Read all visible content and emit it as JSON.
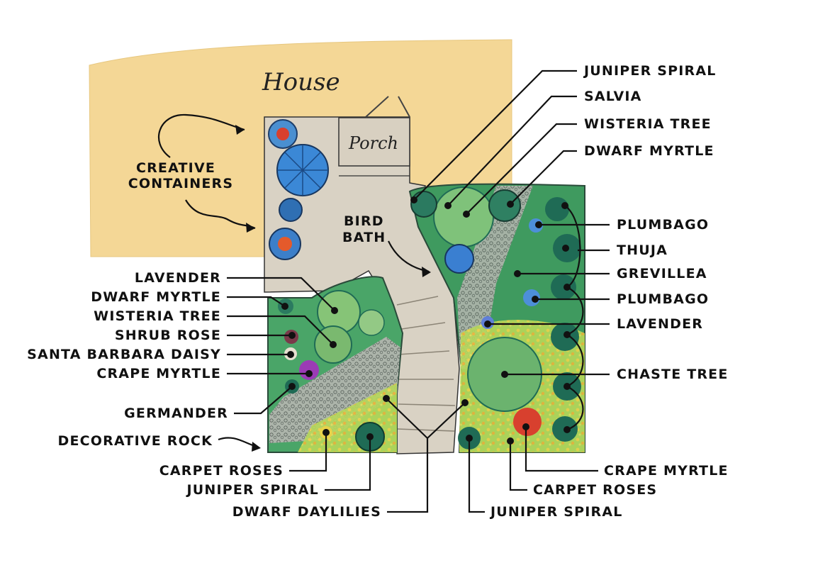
{
  "title": "",
  "colors": {
    "house": "#f4d796",
    "paving": "#d9d2c4",
    "lawn": "#3f9a5f",
    "foliage_dark": "#1f6b55",
    "foliage_light": "#7fc27a",
    "rock": "#9c9c98",
    "flowers_yellow": "#f2d64a",
    "flowers_red": "#d8402e",
    "flowers_purple": "#9b3bb5",
    "flowers_blue": "#4d8fd9",
    "ink": "#111111"
  },
  "areas": {
    "house": "House",
    "porch": "Porch",
    "containers": [
      "CREATIVE",
      "CONTAINERS"
    ],
    "bird_bath": [
      "BIRD",
      "BATH"
    ]
  },
  "labels": {
    "left": [
      "LAVENDER",
      "DWARF MYRTLE",
      "WISTERIA TREE",
      "SHRUB ROSE",
      "SANTA BARBARA DAISY",
      "CRAPE MYRTLE",
      "GERMANDER",
      "DECORATIVE ROCK"
    ],
    "right": [
      "JUNIPER SPIRAL",
      "SALVIA",
      "WISTERIA TREE",
      "DWARF MYRTLE",
      "PLUMBAGO",
      "THUJA",
      "GREVILLEA",
      "PLUMBAGO",
      "LAVENDER",
      "CHASTE TREE"
    ],
    "bottom": [
      "CARPET ROSES",
      "JUNIPER SPIRAL",
      "DWARF DAYLILIES",
      "JUNIPER SPIRAL",
      "CARPET ROSES",
      "CRAPE MYRTLE"
    ]
  }
}
